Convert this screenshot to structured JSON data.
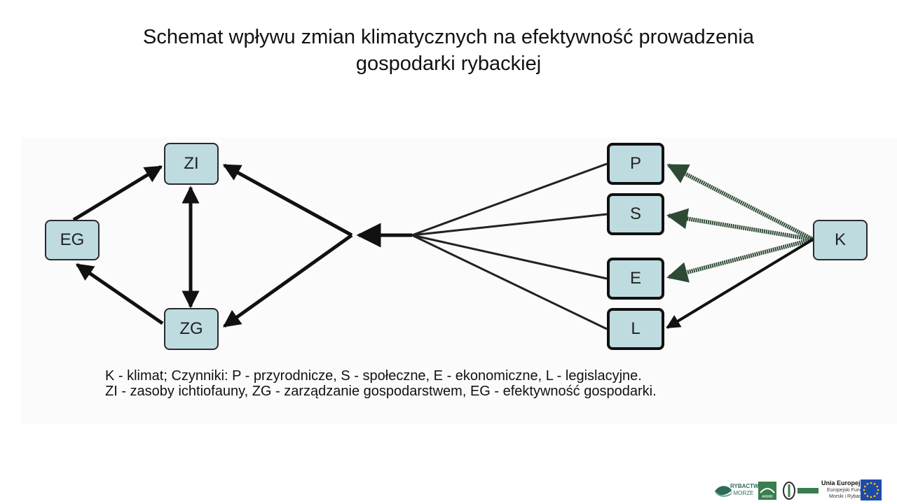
{
  "title": {
    "line1": "Schemat wpływu zmian klimatycznych na efektywność prowadzenia",
    "line2": "gospodarki rybackiej"
  },
  "nodes": {
    "zi": "ZI",
    "eg": "EG",
    "zg": "ZG",
    "p": "P",
    "s": "S",
    "e": "E",
    "l": "L",
    "k": "K"
  },
  "legend": {
    "line1": "K - klimat; Czynniki: P - przyrodnicze, S - społeczne, E - ekonomiczne, L - legislacyjne.",
    "line2": "ZI - zasoby ichtiofauny, ZG - zarządzanie gospodarstwem, EG - efektywność gospodarki."
  },
  "logos": {
    "rybactwo": "RYBACTWO",
    "imorze": "I MORZE",
    "arimr": "ARiMR",
    "ue_title": "Unia Europejska",
    "ue_sub1": "Europejski Fundusz",
    "ue_sub2": "Morski i Rybacki"
  },
  "colors": {
    "node_fill": "#bedbe0",
    "arrow_dark": "#111111",
    "arrow_green": "#2e4a35",
    "eu_blue": "#1f4aa8",
    "eu_star": "#ffd200"
  }
}
